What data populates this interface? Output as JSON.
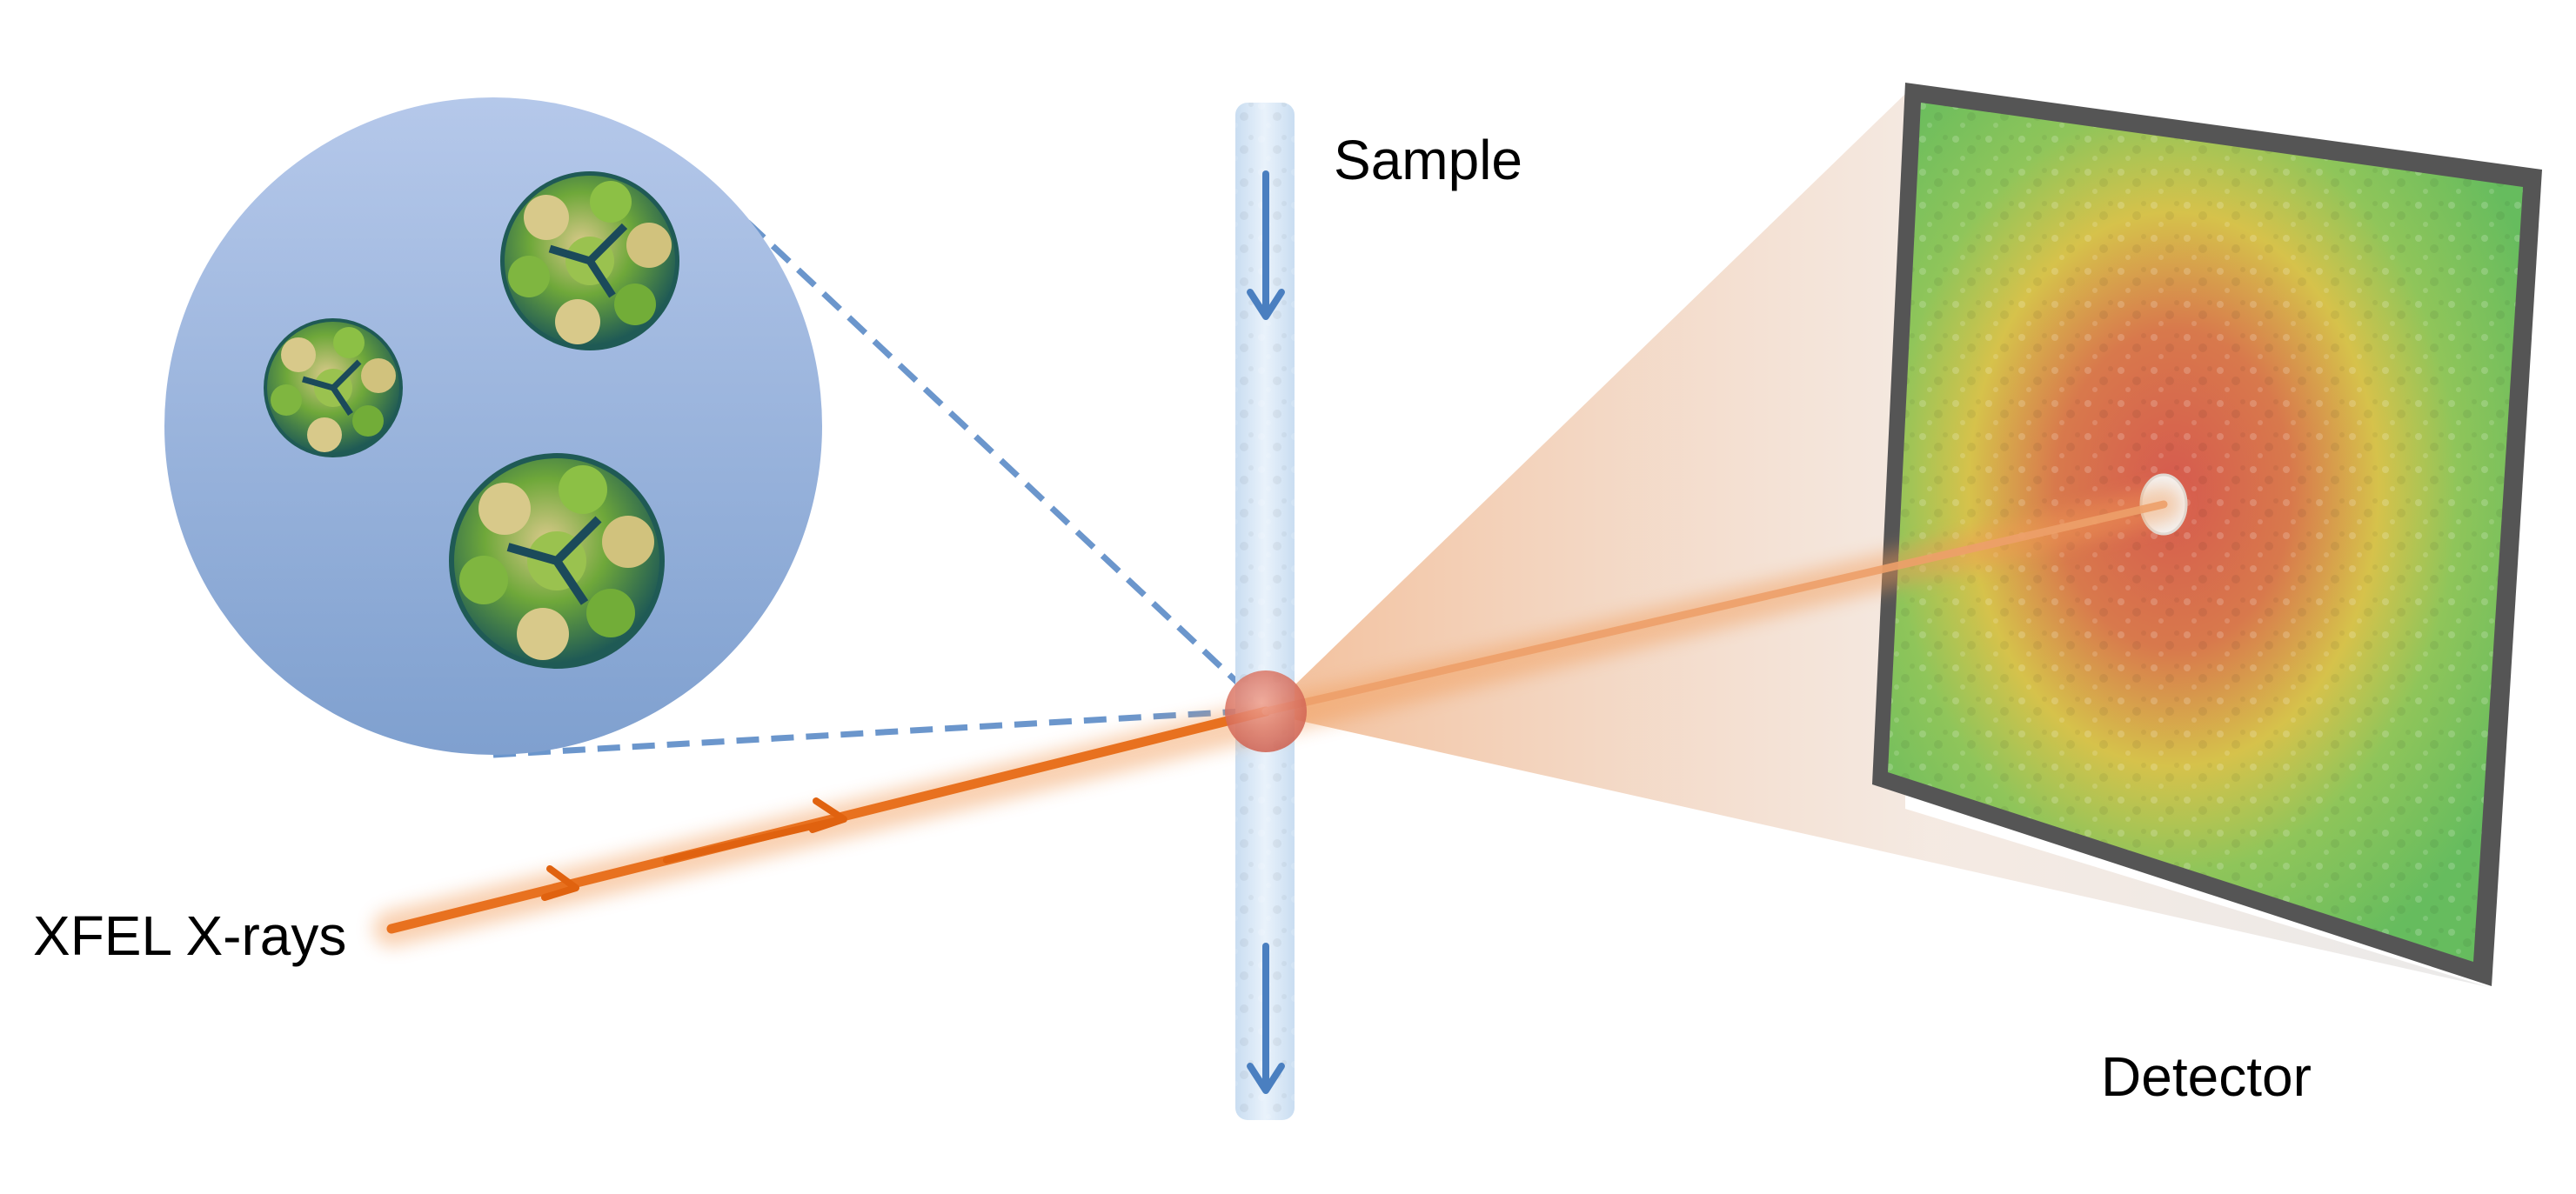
{
  "labels": {
    "sample": "Sample",
    "xfel": "XFEL X-rays",
    "detector": "Detector"
  },
  "colors": {
    "beam": "#e8711f",
    "sample_stream": "#dbe9f7",
    "flow_arrow": "#4a7fc0",
    "zoom_circle": "#94b0d8",
    "dashed_line": "#6b96cc",
    "detector_frame": "#555555",
    "detector_background": "#6cbf62",
    "diffraction_center": "#d85a4e",
    "diffraction_ring": "#d7c84a",
    "interaction_point": "#d9705e"
  },
  "icons": {
    "flow_arrows": "arrow-down-icon",
    "beam_arrows": "arrow-right-icon",
    "particles": "virus-particle-icon"
  }
}
